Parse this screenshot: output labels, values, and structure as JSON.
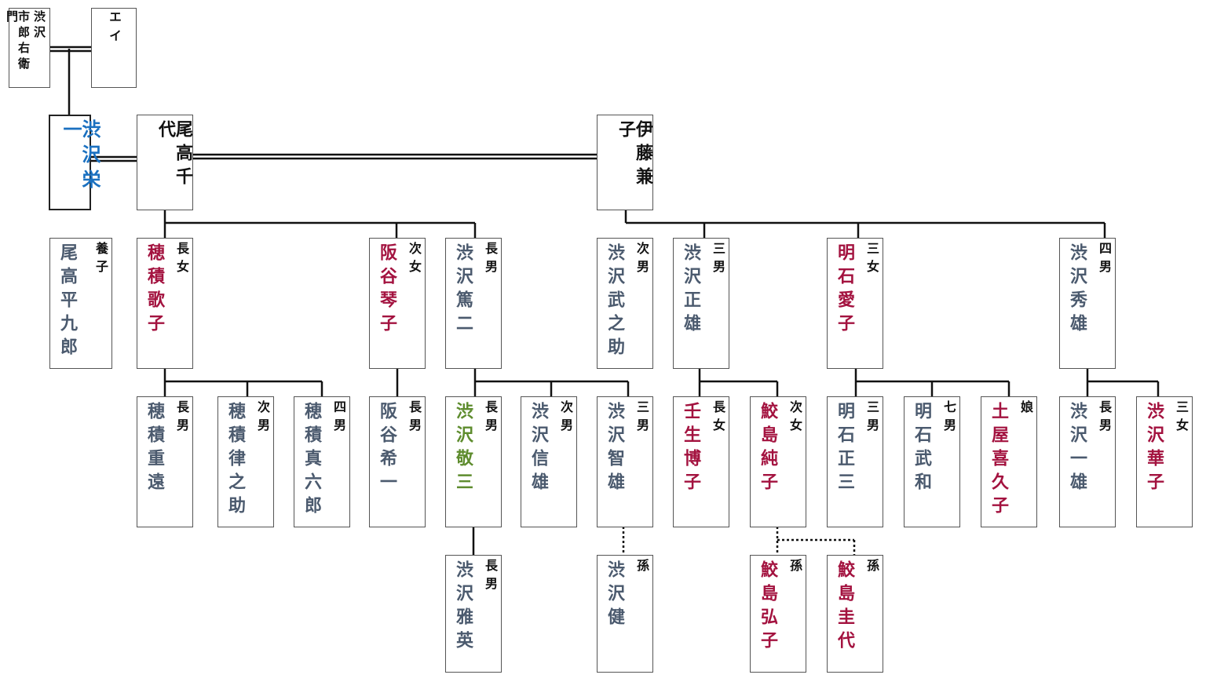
{
  "colors": {
    "male": "#4b5a6e",
    "female": "#a3123f",
    "main": "#1a70c0",
    "heir": "#5e8c2e",
    "black": "#111111"
  },
  "people": [
    {
      "id": "ichiroemon",
      "surname": "渋沢",
      "given": "市郎右衛門",
      "relation": "",
      "color": "black"
    },
    {
      "id": "ei",
      "name": "エイ",
      "relation": "",
      "color": "black"
    },
    {
      "id": "eiichi",
      "name": "渋沢栄一",
      "relation": "",
      "color": "main"
    },
    {
      "id": "chiyo",
      "name": "尾高千代",
      "relation": "",
      "color": "black"
    },
    {
      "id": "kaneko",
      "name": "伊藤兼子",
      "relation": "",
      "color": "black"
    },
    {
      "id": "heikuro",
      "name": "尾高平九郎",
      "relation": "養子",
      "color": "male"
    },
    {
      "id": "utako",
      "name": "穂積歌子",
      "relation": "長女",
      "color": "female"
    },
    {
      "id": "kotoko",
      "name": "阪谷琴子",
      "relation": "次女",
      "color": "female"
    },
    {
      "id": "tokuji",
      "name": "渋沢篤二",
      "relation": "長男",
      "color": "male"
    },
    {
      "id": "takenosuke",
      "name": "渋沢武之助",
      "relation": "次男",
      "color": "male"
    },
    {
      "id": "masao",
      "name": "渋沢正雄",
      "relation": "三男",
      "color": "male"
    },
    {
      "id": "aiko",
      "name": "明石愛子",
      "relation": "三女",
      "color": "female"
    },
    {
      "id": "hideo",
      "name": "渋沢秀雄",
      "relation": "四男",
      "color": "male"
    },
    {
      "id": "shigeto",
      "name": "穂積重遠",
      "relation": "長男",
      "color": "male"
    },
    {
      "id": "ritsunosuke",
      "name": "穂積律之助",
      "relation": "次男",
      "color": "male"
    },
    {
      "id": "shinrokuro",
      "name": "穂積真六郎",
      "relation": "四男",
      "color": "male"
    },
    {
      "id": "kiichi",
      "name": "阪谷希一",
      "relation": "長男",
      "color": "male"
    },
    {
      "id": "keizo",
      "name": "渋沢敬三",
      "relation": "長男",
      "color": "heir"
    },
    {
      "id": "nobuo",
      "name": "渋沢信雄",
      "relation": "次男",
      "color": "male"
    },
    {
      "id": "tomoo",
      "name": "渋沢智雄",
      "relation": "三男",
      "color": "male"
    },
    {
      "id": "hiroko",
      "name": "壬生博子",
      "relation": "長女",
      "color": "female"
    },
    {
      "id": "sumiko",
      "name": "鮫島純子",
      "relation": "次女",
      "color": "female"
    },
    {
      "id": "shozo",
      "name": "明石正三",
      "relation": "三男",
      "color": "male"
    },
    {
      "id": "takekazu",
      "name": "明石武和",
      "relation": "七男",
      "color": "male"
    },
    {
      "id": "kikuko",
      "name": "土屋喜久子",
      "relation": "娘",
      "color": "female"
    },
    {
      "id": "kazuo",
      "name": "渋沢一雄",
      "relation": "長男",
      "color": "male"
    },
    {
      "id": "hanako",
      "name": "渋沢華子",
      "relation": "三女",
      "color": "female"
    },
    {
      "id": "masahide",
      "name": "渋沢雅英",
      "relation": "長男",
      "color": "male"
    },
    {
      "id": "ken",
      "name": "渋沢健",
      "relation": "孫",
      "color": "male"
    },
    {
      "id": "hiroko2",
      "name": "鮫島弘子",
      "relation": "孫",
      "color": "female"
    },
    {
      "id": "kayo",
      "name": "鮫島圭代",
      "relation": "孫",
      "color": "female"
    }
  ]
}
